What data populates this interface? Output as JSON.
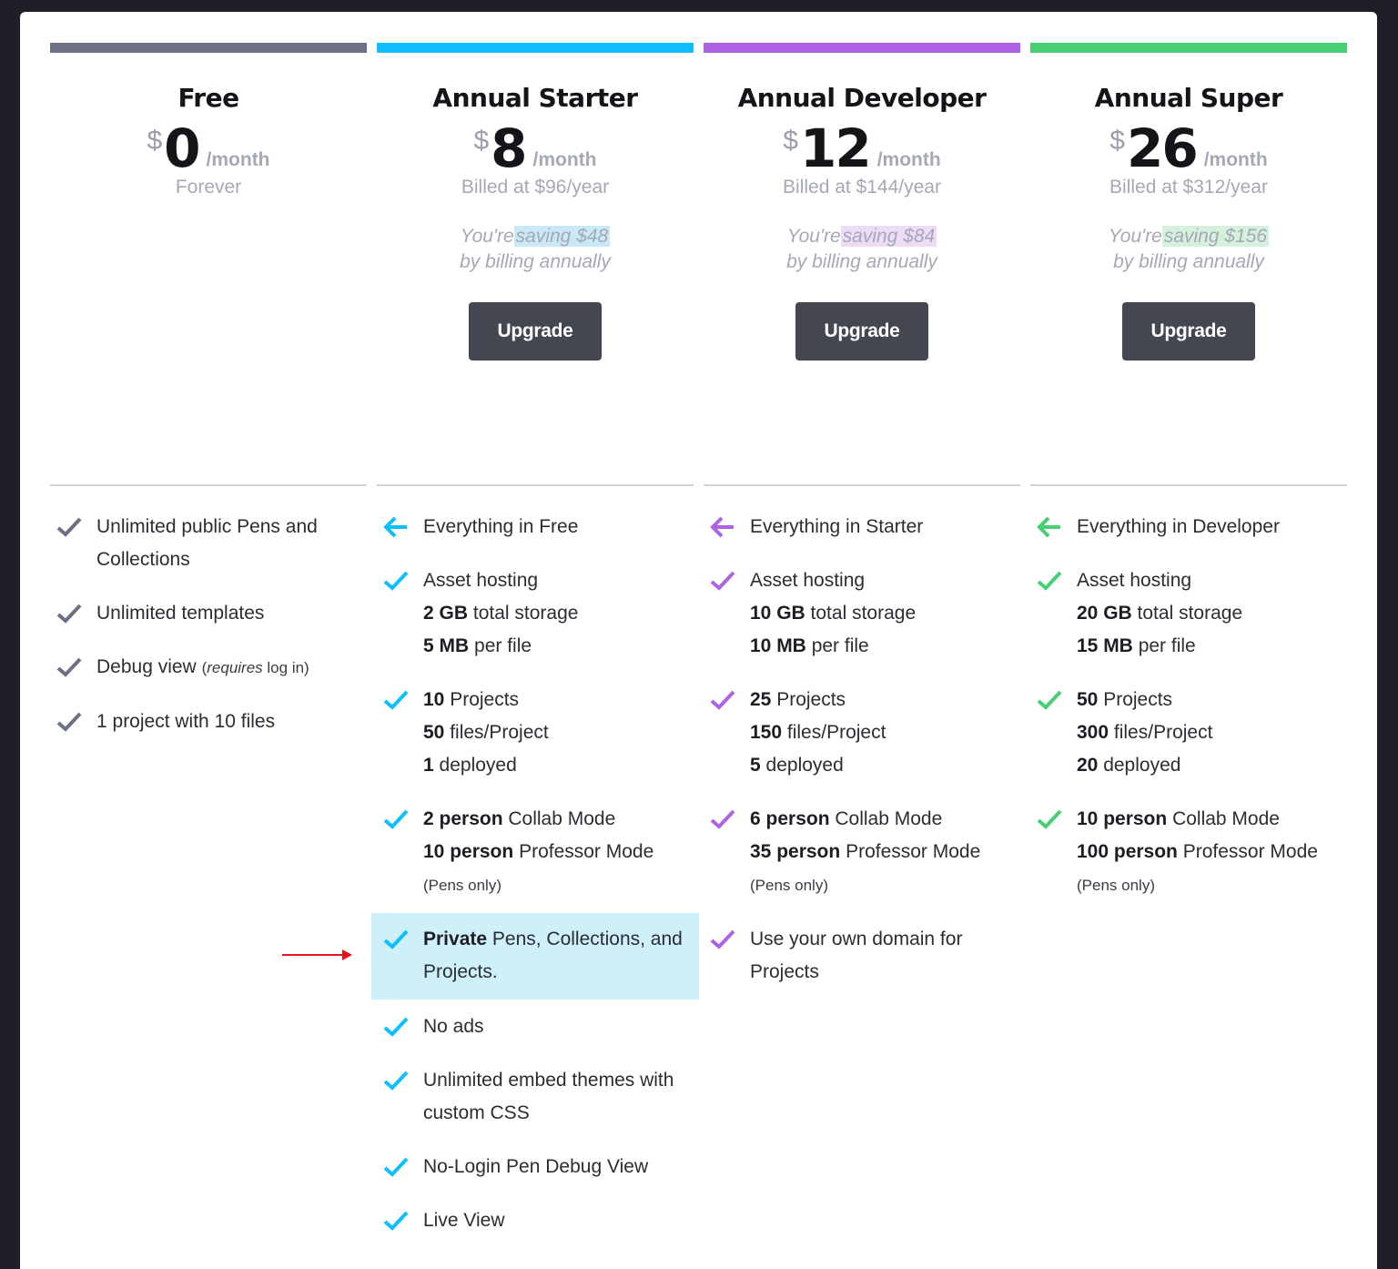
{
  "plans": [
    {
      "name": "Free",
      "currency": "$",
      "amount": "0",
      "per": "/month",
      "billed": "Forever",
      "color": "#6d7085",
      "features": [
        {
          "icon": "check-icon",
          "lines": [
            "Unlimited public Pens and Collections"
          ]
        },
        {
          "icon": "check-icon",
          "lines": [
            "Unlimited templates"
          ]
        },
        {
          "icon": "check-icon",
          "lines": [
            "Debug view"
          ],
          "note_italic": "requires",
          "note_rest": "log in"
        },
        {
          "icon": "check-icon",
          "lines": [
            "1 project with 10 files"
          ]
        }
      ]
    },
    {
      "name": "Annual Starter",
      "currency": "$",
      "amount": "8",
      "per": "/month",
      "billed": "Billed at $96/year",
      "saving_pre": "You're",
      "saving_hl": "saving $48",
      "saving_post": "by billing annually",
      "upgrade": "Upgrade",
      "color": "#0ebeff",
      "highlight": "#c9e9f6",
      "features": {
        "everything": "Everything in Free",
        "asset": {
          "title": "Asset hosting",
          "storage_b": "2 GB",
          "storage": "total storage",
          "file_b": "5 MB",
          "file": "per file"
        },
        "projects": {
          "p_b": "10",
          "p": "Projects",
          "f_b": "50",
          "f": "files/Project",
          "d_b": "1",
          "d": "deployed"
        },
        "collab": {
          "c_b": "2 person",
          "c": "Collab Mode",
          "pr_b": "10 person",
          "pr": "Professor Mode",
          "note": "(Pens only)"
        },
        "private": {
          "b": "Private",
          "rest": "Pens, Collections, and Projects."
        },
        "extras": [
          "No ads",
          "Unlimited embed themes with custom CSS",
          "No-Login Pen Debug View",
          "Live View"
        ]
      }
    },
    {
      "name": "Annual Developer",
      "currency": "$",
      "amount": "12",
      "per": "/month",
      "billed": "Billed at $144/year",
      "saving_pre": "You're",
      "saving_hl": "saving $84",
      "saving_post": "by billing annually",
      "upgrade": "Upgrade",
      "color": "#ae63e4",
      "highlight": "#ecdcf6",
      "features": {
        "everything": "Everything in Starter",
        "asset": {
          "title": "Asset hosting",
          "storage_b": "10 GB",
          "storage": "total storage",
          "file_b": "10 MB",
          "file": "per file"
        },
        "projects": {
          "p_b": "25",
          "p": "Projects",
          "f_b": "150",
          "f": "files/Project",
          "d_b": "5",
          "d": "deployed"
        },
        "collab": {
          "c_b": "6 person",
          "c": "Collab Mode",
          "pr_b": "35 person",
          "pr": "Professor Mode",
          "note": "(Pens only)"
        },
        "domain": "Use your own domain for Projects"
      }
    },
    {
      "name": "Annual Super",
      "currency": "$",
      "amount": "26",
      "per": "/month",
      "billed": "Billed at $312/year",
      "saving_pre": "You're",
      "saving_hl": "saving $156",
      "saving_post": "by billing annually",
      "upgrade": "Upgrade",
      "color": "#47cf73",
      "highlight": "#d6f0de",
      "features": {
        "everything": "Everything in Developer",
        "asset": {
          "title": "Asset hosting",
          "storage_b": "20 GB",
          "storage": "total storage",
          "file_b": "15 MB",
          "file": "per file"
        },
        "projects": {
          "p_b": "50",
          "p": "Projects",
          "f_b": "300",
          "f": "files/Project",
          "d_b": "20",
          "d": "deployed"
        },
        "collab": {
          "c_b": "10 person",
          "c": "Collab Mode",
          "pr_b": "100 person",
          "pr": "Professor Mode",
          "note": "(Pens only)"
        }
      }
    }
  ],
  "annotation": {
    "arrow_color": "#e8141b"
  }
}
